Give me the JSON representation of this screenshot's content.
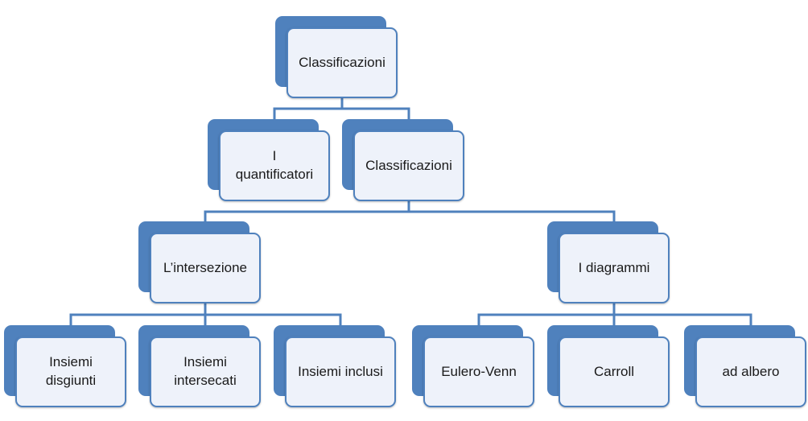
{
  "diagram": {
    "nodes": [
      {
        "id": "n1",
        "label": "Classificazioni"
      },
      {
        "id": "n2",
        "label": "I\nquantificatori"
      },
      {
        "id": "n3",
        "label": "Classificazioni"
      },
      {
        "id": "n4",
        "label": "L’intersezione"
      },
      {
        "id": "n5",
        "label": "I diagrammi"
      },
      {
        "id": "n6",
        "label": "Insiemi\ndisgiunti"
      },
      {
        "id": "n7",
        "label": "Insiemi\nintersecati"
      },
      {
        "id": "n8",
        "label": "Insiemi inclusi"
      },
      {
        "id": "n9",
        "label": "Eulero-Venn"
      },
      {
        "id": "n10",
        "label": "Carroll"
      },
      {
        "id": "n11",
        "label": "ad albero"
      }
    ],
    "edges": [
      [
        "n1",
        "n2"
      ],
      [
        "n1",
        "n3"
      ],
      [
        "n3",
        "n4"
      ],
      [
        "n3",
        "n5"
      ],
      [
        "n4",
        "n6"
      ],
      [
        "n4",
        "n7"
      ],
      [
        "n4",
        "n8"
      ],
      [
        "n5",
        "n9"
      ],
      [
        "n5",
        "n10"
      ],
      [
        "n5",
        "n11"
      ]
    ],
    "colors": {
      "accent": "#4f81bd",
      "box_fill": "#eef2fa",
      "text": "#1a1a1a"
    }
  }
}
